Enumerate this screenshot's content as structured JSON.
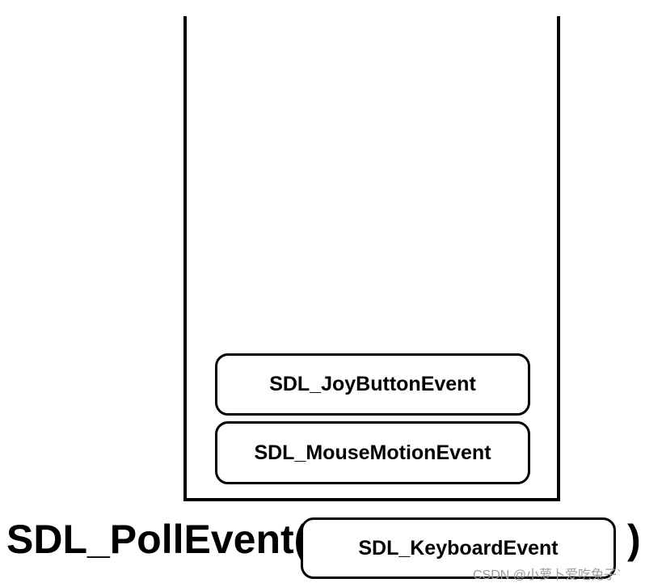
{
  "queue": {
    "events": [
      {
        "label": "SDL_JoyButtonEvent"
      },
      {
        "label": "SDL_MouseMotionEvent"
      }
    ]
  },
  "call": {
    "function": "SDL_PollEvent(",
    "argument": "SDL_KeyboardEvent",
    "close": ")"
  },
  "watermark": "CSDN @小萝卜爱吃兔子`"
}
